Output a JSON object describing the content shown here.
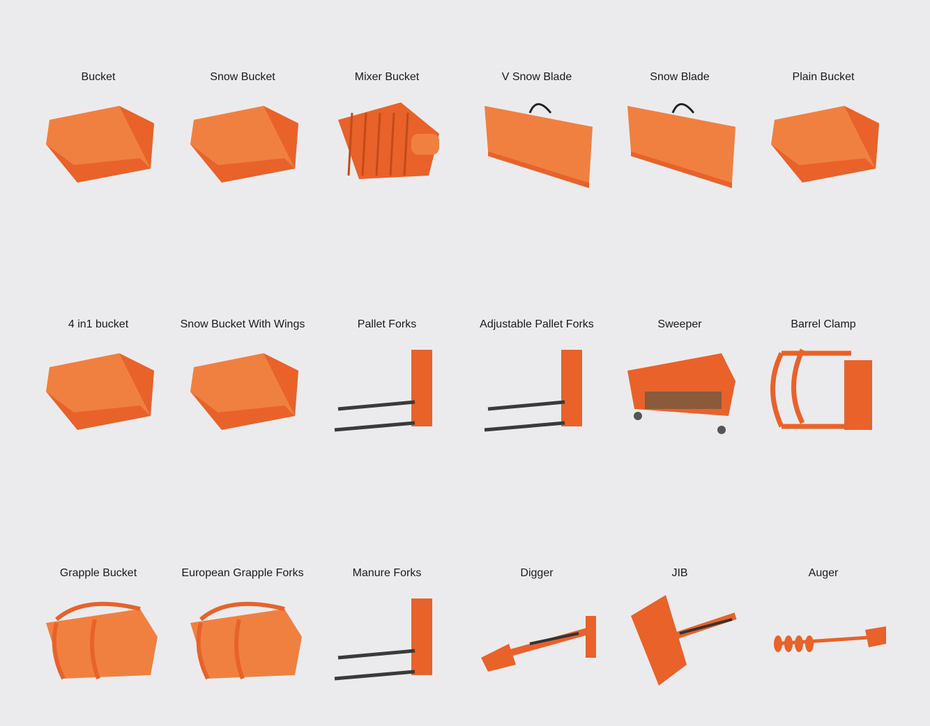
{
  "items": [
    {
      "label": "Bucket",
      "icon": "bucket-icon"
    },
    {
      "label": "Snow Bucket",
      "icon": "bucket-icon"
    },
    {
      "label": "Mixer Bucket",
      "icon": "mixer-bucket-icon"
    },
    {
      "label": "V Snow Blade",
      "icon": "blade-icon"
    },
    {
      "label": "Snow Blade",
      "icon": "blade-icon"
    },
    {
      "label": "Plain Bucket",
      "icon": "bucket-icon"
    },
    {
      "label": "4 in1 bucket",
      "icon": "bucket-icon"
    },
    {
      "label": "Snow Bucket With Wings",
      "icon": "bucket-icon"
    },
    {
      "label": "Pallet Forks",
      "icon": "forks-icon"
    },
    {
      "label": "Adjustable Pallet Forks",
      "icon": "forks-icon"
    },
    {
      "label": "Sweeper",
      "icon": "sweeper-icon"
    },
    {
      "label": "Barrel Clamp",
      "icon": "clamp-icon"
    },
    {
      "label": "Grapple Bucket",
      "icon": "grapple-icon"
    },
    {
      "label": "European Grapple Forks",
      "icon": "grapple-icon"
    },
    {
      "label": "Manure Forks",
      "icon": "forks-icon"
    },
    {
      "label": "Digger",
      "icon": "digger-icon"
    },
    {
      "label": "JIB",
      "icon": "jib-icon"
    },
    {
      "label": "Auger",
      "icon": "auger-icon"
    }
  ],
  "colors": {
    "orange": "#e8622a",
    "orange_light": "#f08040",
    "background": "#ebebed"
  }
}
